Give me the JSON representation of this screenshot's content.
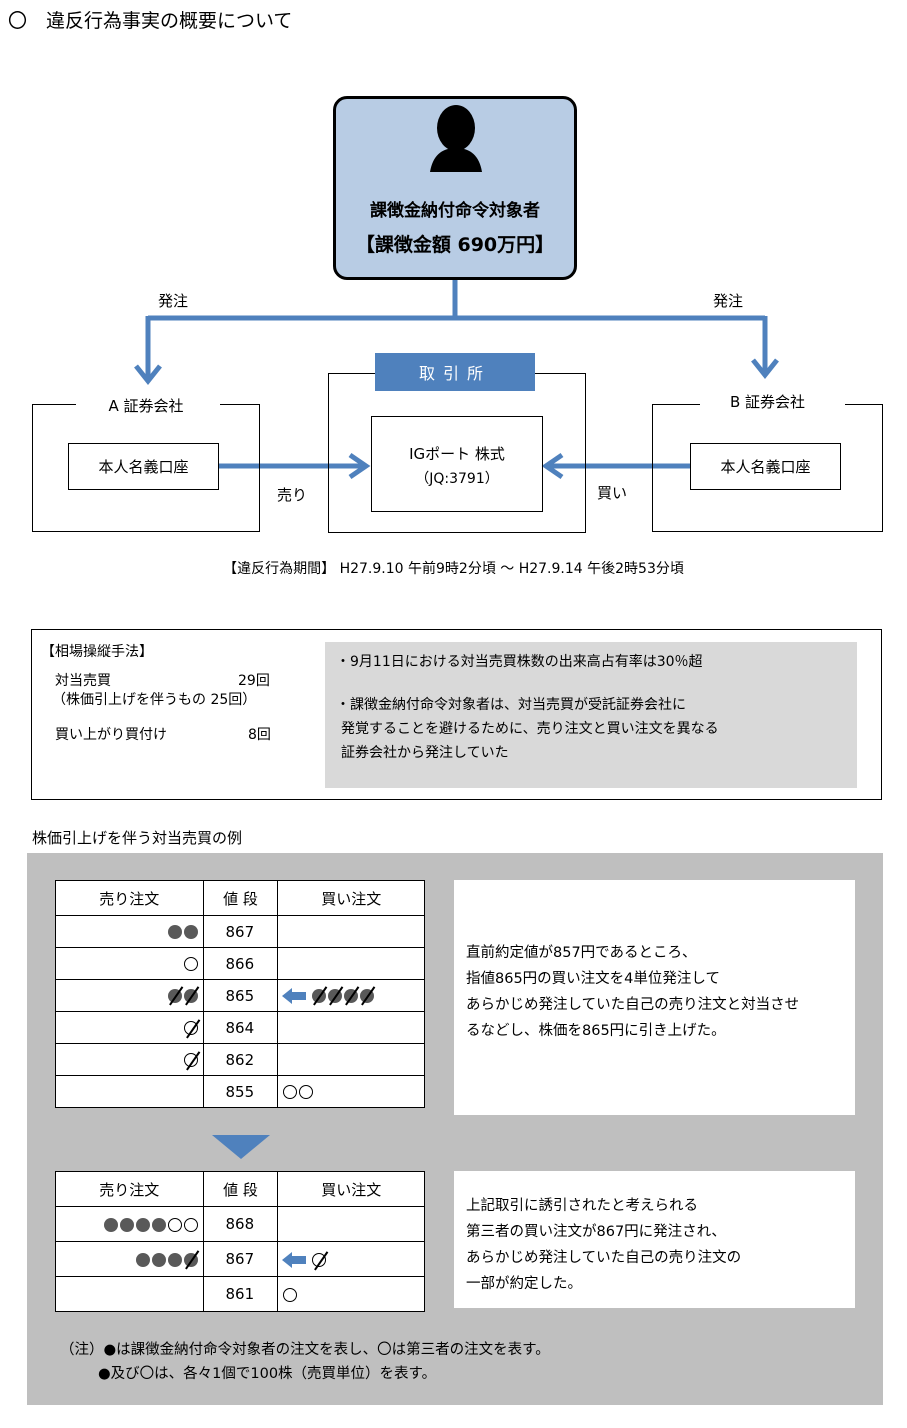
{
  "title": "〇　違反行為事実の概要について",
  "person": {
    "name": "課徴金納付命令対象者",
    "amount": "【課徴金額  690万円】"
  },
  "order_left": "発注",
  "order_right": "発注",
  "firm_a": "A 証券会社",
  "firm_b": "B 証券会社",
  "account_a": "本人名義口座",
  "account_b": "本人名義口座",
  "exchange": "取引所",
  "stock_name": "IGポート 株式",
  "stock_code": "（JQ:3791）",
  "sell_label": "売り",
  "buy_label": "買い",
  "period": "【違反行為期間】 H27.9.10 午前9時2分頃 ～ H27.9.14 午後2時53分頃",
  "method": {
    "heading": "【相場操縦手法】",
    "line1_label": "対当売買",
    "line1_count": "29回",
    "line2": "（株価引上げを伴うもの 25回）",
    "line3_label": "買い上がり買付け",
    "line3_count": "8回",
    "note1": "・9月11日における対当売買株数の出来高占有率は30％超",
    "note2a": "・課徴金納付命令対象者は、対当売買が受託証券会社に",
    "note2b": "発覚することを避けるために、売り注文と買い注文を異なる",
    "note2c": "証券会社から発注していた"
  },
  "example_title": "株価引上げを伴う対当売買の例",
  "table_headers": {
    "sell": "売り注文",
    "price": "値 段",
    "buy": "買い注文"
  },
  "table1_prices": [
    "867",
    "866",
    "865",
    "864",
    "862",
    "855"
  ],
  "table2_prices": [
    "868",
    "867",
    "861"
  ],
  "explain1": [
    "直前約定値が857円であるところ、",
    "指値865円の買い注文を4単位発注して",
    "あらかじめ発注していた自己の売り注文と対当させ",
    "るなどし、株価を865円に引き上げた。"
  ],
  "explain2": [
    "上記取引に誘引されたと考えられる",
    "第三者の買い注文が867円に発注され、",
    "あらかじめ発注していた自己の売り注文の",
    "一部が約定した。"
  ],
  "footnote1": "（注）●は課徴金納付命令対象者の注文を表し、〇は第三者の注文を表す。",
  "footnote2": "●及び〇は、各々1個で100株（売買単位）を表す。",
  "colors": {
    "box_fill": "#b8cce4",
    "arrow": "#4f81bd",
    "dot": "#595959",
    "gray_bg": "#bfbfbf",
    "note_bg": "#d9d9d9"
  }
}
